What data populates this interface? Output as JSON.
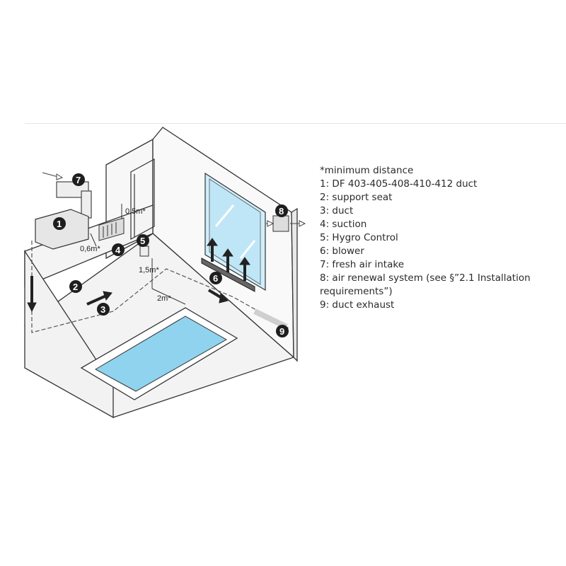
{
  "legend": {
    "note": "*minimum distance",
    "items": [
      "1:  DF 403-405-408-410-412 duct",
      "2: support seat",
      "3: duct",
      "4: suction",
      "5: Hygro Control",
      "6: blower",
      "7: fresh air intake",
      "8: air renewal system (see §”2.1 Installation requirements”)",
      "9: duct exhaust"
    ]
  },
  "callouts": [
    "1",
    "2",
    "3",
    "4",
    "5",
    "6",
    "7",
    "8",
    "9"
  ],
  "dimensions": {
    "d05": "0,5m*",
    "d06": "0,6m*",
    "d15": "1,5m*",
    "d2": "2m*"
  },
  "colors": {
    "water": "#8fd3ef",
    "window": "#bfe6f7",
    "line": "#333333",
    "badge": "#1e1e1e"
  }
}
